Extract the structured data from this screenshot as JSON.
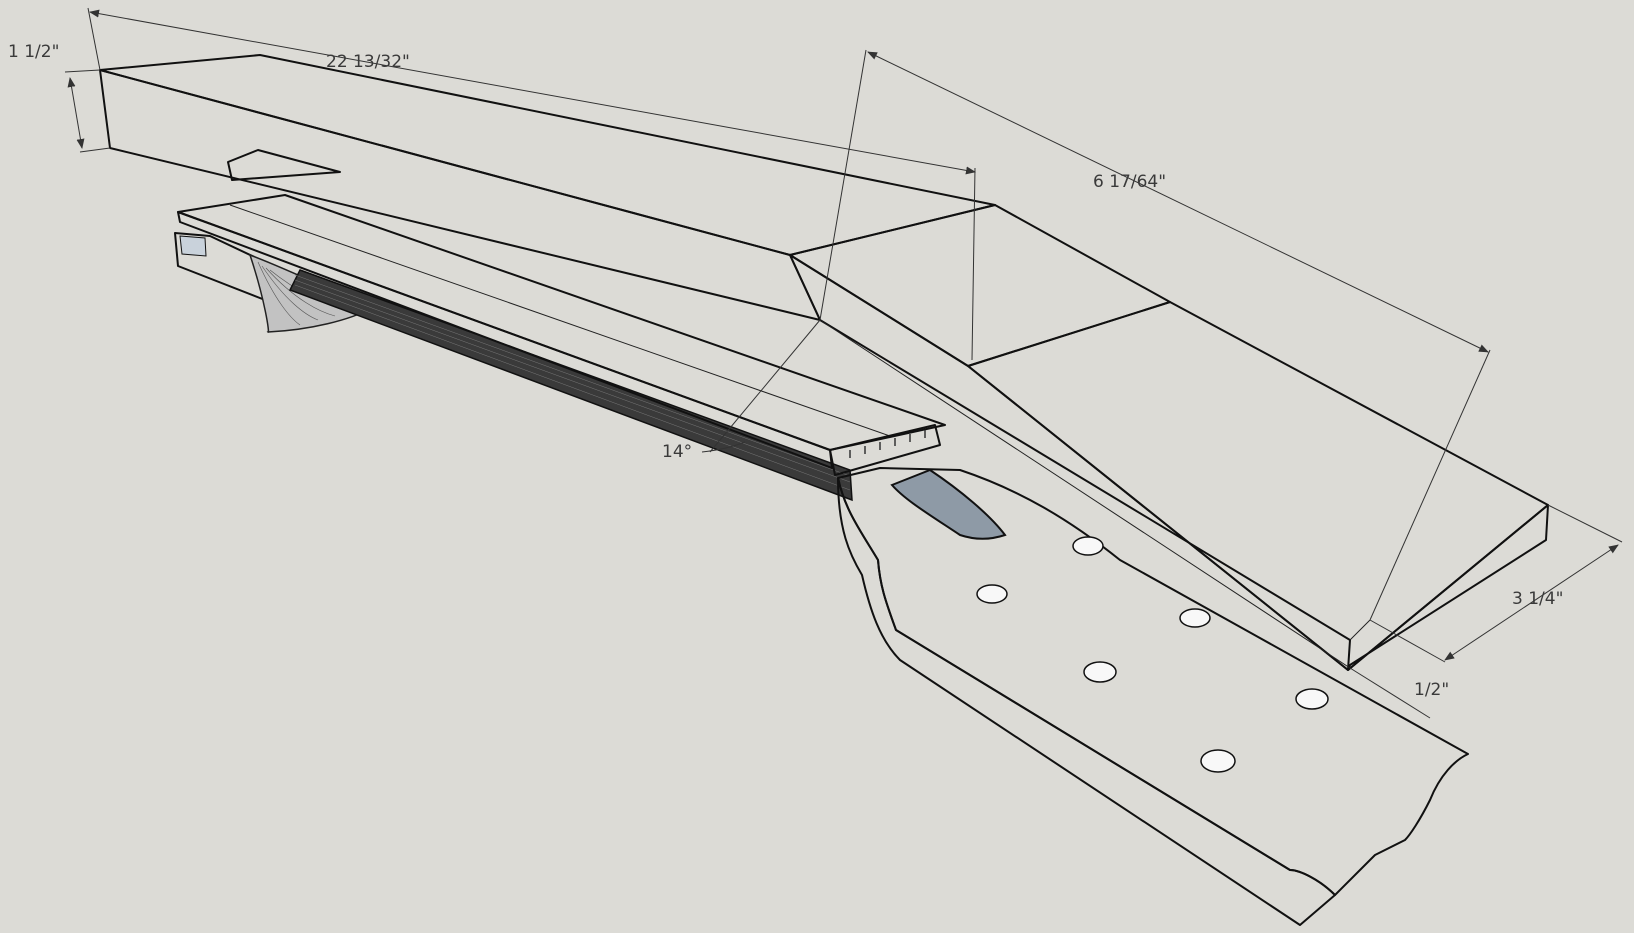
{
  "dimensions": {
    "height_blank": "1 1/2\"",
    "length_blank": "22 13/32\"",
    "headstock_length": "6 17/64\"",
    "headstock_width": "3 1/4\"",
    "headstock_thickness": "1/2\"",
    "angle": "14°"
  },
  "colors": {
    "background": "#dcdbd6",
    "wood_top": "#b9b9b9",
    "wood_side": "#e9e9e9",
    "headstock_face": "#d3d3d3",
    "fretboard": "#adadad",
    "edge": "#111111"
  },
  "tuner_holes": 6
}
